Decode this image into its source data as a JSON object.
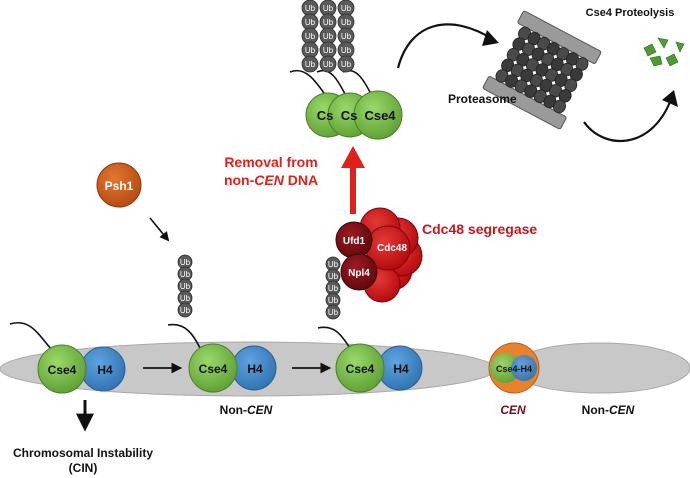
{
  "labels": {
    "cse4_proteolysis": "Cse4 Proteolysis",
    "proteasome": "Proteasome",
    "removal_line1": "Removal from",
    "removal_prefix": "non-",
    "removal_italic": "CEN",
    "removal_suffix": " DNA",
    "cdc48_segregase": "Cdc48 segregase",
    "non_cen_prefix": "Non-",
    "cen_italic": "CEN",
    "cin_line1": "Chromosomal Instability",
    "cin_line2": "(CIN)"
  },
  "proteins": {
    "psh1": "Psh1",
    "cse4": "Cse4",
    "cs": "Cs",
    "h4": "H4",
    "ub": "Ub",
    "ufd1": "Ufd1",
    "npl4": "Npl4",
    "cdc48": "Cdc48",
    "cse4_h4": "Cse4-H4"
  },
  "colors": {
    "cse4_green": "#79b84a",
    "h4_blue": "#3f87c8",
    "psh1_orange": "#cc5a1e",
    "ub_gray": "#5a5a5a",
    "dna_gray": "#c8c8c8",
    "cdc48_red": "#c8161b",
    "ufd1_darkred": "#7c0d12",
    "removal_red": "#e0201a",
    "cen_darkred": "#6b1116",
    "cen_orange": "#e9822c",
    "fragment_green": "#4e9a35"
  }
}
